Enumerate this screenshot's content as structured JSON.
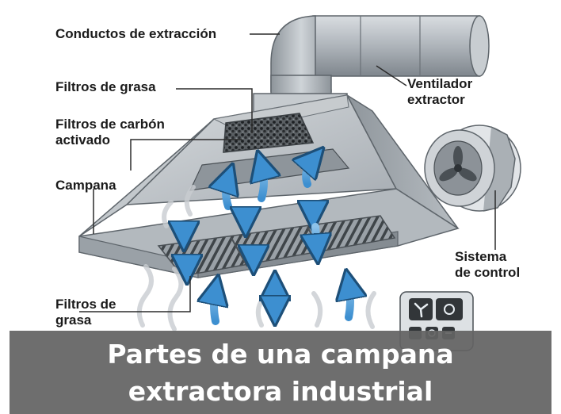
{
  "labels": {
    "ducts": "Conductos de extracción",
    "grease_filters_top": "Filtros de grasa",
    "carbon_filters": "Filtros de carbón\nactivado",
    "hood": "Campana",
    "fan": "Ventilador\nextractor",
    "control": "Sistema\nde control",
    "grease_filters_bottom": "Filtros de\ngrasa"
  },
  "title": "Partes de una campana\nextractora industrial",
  "colors": {
    "metal": "#b9bfc4",
    "metal_dark": "#8d949a",
    "airflow_arrow": "#5fa8dc",
    "banner": "#636363",
    "text": "#1b1b1b"
  },
  "icons": [
    "fan-icon",
    "light-icon",
    "power-icon",
    "minus-icon"
  ]
}
